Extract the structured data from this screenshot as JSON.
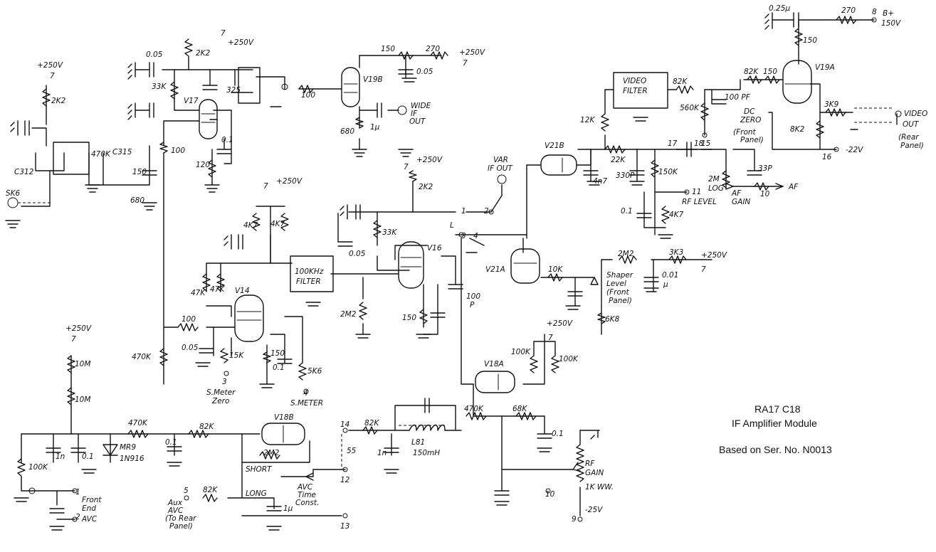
{
  "title": {
    "line1": "RA17 C18",
    "line2": "IF Amplifier Module",
    "line3": "Based on Ser. No. N0013"
  },
  "tubes": {
    "v17": "V17",
    "v19b": "V19B",
    "v19a": "V19A",
    "v21b": "V21B",
    "v21a": "V21A",
    "v16": "V16",
    "v14": "V14",
    "v18a": "V18A",
    "v18b": "V18B"
  },
  "blocks": {
    "video_filter_1": "VIDEO",
    "video_filter_2": "FILTER",
    "filter_100k_1": "100KHz",
    "filter_100k_2": "FILTER"
  },
  "rails": {
    "b_plus_250_a": "+250V",
    "b_plus_250_b": "+250V",
    "b_plus_250_c": "+250V",
    "b_plus_250_d": "+250V",
    "b_plus_250_e": "+250V",
    "b_plus_250_f": "+250V",
    "b_plus_250_g": "+250V",
    "b_plus_150_1": "B+",
    "b_plus_150_2": "150V",
    "neg22": "-22V",
    "neg25": "-25V"
  },
  "pins": {
    "p7a": "7",
    "p7b": "7",
    "p7c": "7",
    "p7d": "7",
    "p7e": "7",
    "p7f": "7",
    "p7g": "7",
    "p8": "8",
    "p16": "16",
    "p15": "15",
    "p17": "17",
    "p18": "18",
    "p11": "11",
    "p3": "3",
    "p4": "4",
    "p14": "14",
    "p12": "12",
    "p13": "13",
    "p10": "10",
    "p9": "9",
    "p5": "5",
    "p1": "1",
    "p2": "2",
    "p55": "55",
    "sw1": "1",
    "sw2": "2",
    "sw3": "3",
    "sw4": "4"
  },
  "components": {
    "c1": "0.25µ",
    "r_270a": "270",
    "r_150top": "150",
    "r_150b": "150",
    "r_270b": "270",
    "c_005a": "0.05",
    "c_005b": "0.05",
    "c_005c": "0.05",
    "r_2k2a": "2K2",
    "r_2k2b": "2K2",
    "r_2k2c": "2K2",
    "r_33k": "33K",
    "r_33k_b": "33K",
    "c325": "325",
    "r_100a": "100",
    "r_100b": "100",
    "r_100c": "100",
    "r_680a": "680",
    "r_680b": "680",
    "c_1u_a": "1µ",
    "r_120": "120",
    "c_01a": "0.1",
    "c312": "C312",
    "c315": "C315",
    "r_470k_a": "470K",
    "c_150p": "150",
    "r_82k_a": "82K",
    "r_82k_b": "82K",
    "r_150c": "150",
    "c_100pf": "100 PF",
    "r_560k": "560K",
    "r_3k9": "3K9",
    "r_8k2": "8K2",
    "r_12k": "12K",
    "r_22k": "22K",
    "c_4n7": "4n7",
    "c_330p": "330P",
    "r_150k": "150K",
    "c_33p": "33P",
    "r_2m_log": "2M",
    "log": "LOG",
    "r_10": "10",
    "c_01b": "0.1",
    "r_4k7": "4K7",
    "r_4k7a": "4K7",
    "r_4k7b": "4K7",
    "r_47k_a": "47K",
    "r_47k_b": "47K",
    "r_2m2_a": "2M2",
    "r_2m2_b": "2M2",
    "r_2m2_c": "2M2",
    "r_3k3": "3K3",
    "r_10k": "10K",
    "c_001": "0.01",
    "c_001u": "µ",
    "r_6k8": "6K8",
    "c_100p": "100",
    "c_100p_b": "P",
    "r_150d": "150",
    "r_150e": "150",
    "c_005d": "0.05",
    "r_15k": "15K",
    "c_01c": "0.1",
    "r_5k6": "5K6",
    "r_10m_a": "10M",
    "r_10m_b": "10M",
    "r_470k_b": "470K",
    "r_470k_c": "470K",
    "r_470k_d": "470K",
    "r_82k_c": "82K",
    "r_82k_d": "82K",
    "r_82k_e": "82K",
    "r_100k_a": "100K",
    "r_100k_b": "100K",
    "r_100k_c": "100K",
    "c_1n": "1n",
    "c_01d": "0.1",
    "c_01e": "0.1",
    "c_01f": "0.1",
    "mr9": "MR9",
    "in916": "1N916",
    "r_68k": "68K",
    "l81": "L81",
    "l81v": "150mH",
    "c_1u_b": "1µ",
    "c_1n_b": "1n",
    "rf_gain_1": "RF",
    "rf_gain_2": "GAIN",
    "rf_gain_3": "1K WW."
  },
  "labels": {
    "sk6": "SK6",
    "wide_if_1": "WIDE",
    "wide_if_2": "IF",
    "wide_if_3": "OUT",
    "var_if_1": "VAR",
    "var_if_2": "IF OUT",
    "video_out_1": "VIDEO",
    "video_out_2": "OUT",
    "rear_panel_1": "(Rear",
    "rear_panel_2": "Panel)",
    "dc_zero_1": "DC",
    "dc_zero_2": "ZERO",
    "front_panel_1": "(Front",
    "front_panel_2": "Panel)",
    "rf_level": "RF LEVEL",
    "af_gain_1": "AF",
    "af_gain_2": "GAIN",
    "af_out": "AF",
    "shaper_1": "Shaper",
    "shaper_2": "Level",
    "shaper_3": "(Front",
    "shaper_4": "Panel)",
    "smeter_zero_1": "S.Meter",
    "smeter_zero_2": "Zero",
    "smeter": "S.METER",
    "short": "SHORT",
    "long": "LONG",
    "avc_tc_1": "AVC",
    "avc_tc_2": "Time",
    "avc_tc_3": "Const.",
    "aux_avc_1": "Aux",
    "aux_avc_2": "AVC",
    "aux_avc_3": "(To Rear",
    "aux_avc_4": "Panel)",
    "front_end_1": "Front",
    "front_end_2": "End",
    "front_end_3": "AVC",
    "l": "L"
  },
  "icons": [
    "ground-icon",
    "resistor-icon",
    "capacitor-icon",
    "vacuum-tube-icon",
    "diode-icon",
    "transformer-icon",
    "potentiometer-icon",
    "connector-icon"
  ]
}
